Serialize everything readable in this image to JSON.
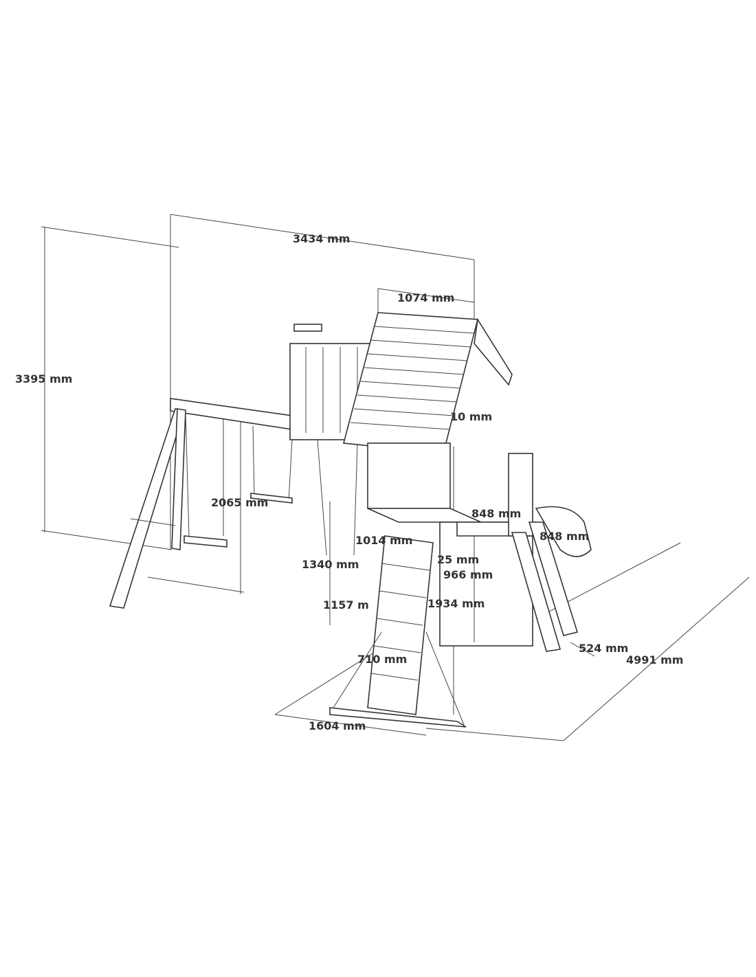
{
  "drawing": {
    "labels": {
      "overall_height": "3395 mm",
      "overall_width": "3434 mm",
      "roof_width": "1074 mm",
      "roof_depth": "10   mm",
      "swing_height": "2065 mm",
      "deck_848_a": "848 mm",
      "deck_848_b": "848 mm",
      "dim_1014": "1014 mm",
      "dim_25": "25 mm",
      "dim_966": "966 mm",
      "dim_1340": "1340 mm",
      "dim_1157": "1157 m",
      "dim_1934": "1934 mm",
      "dim_710": "710 mm",
      "dim_524": "524 mm",
      "overall_depth": "4991 mm",
      "base_width": "1604 mm"
    }
  }
}
